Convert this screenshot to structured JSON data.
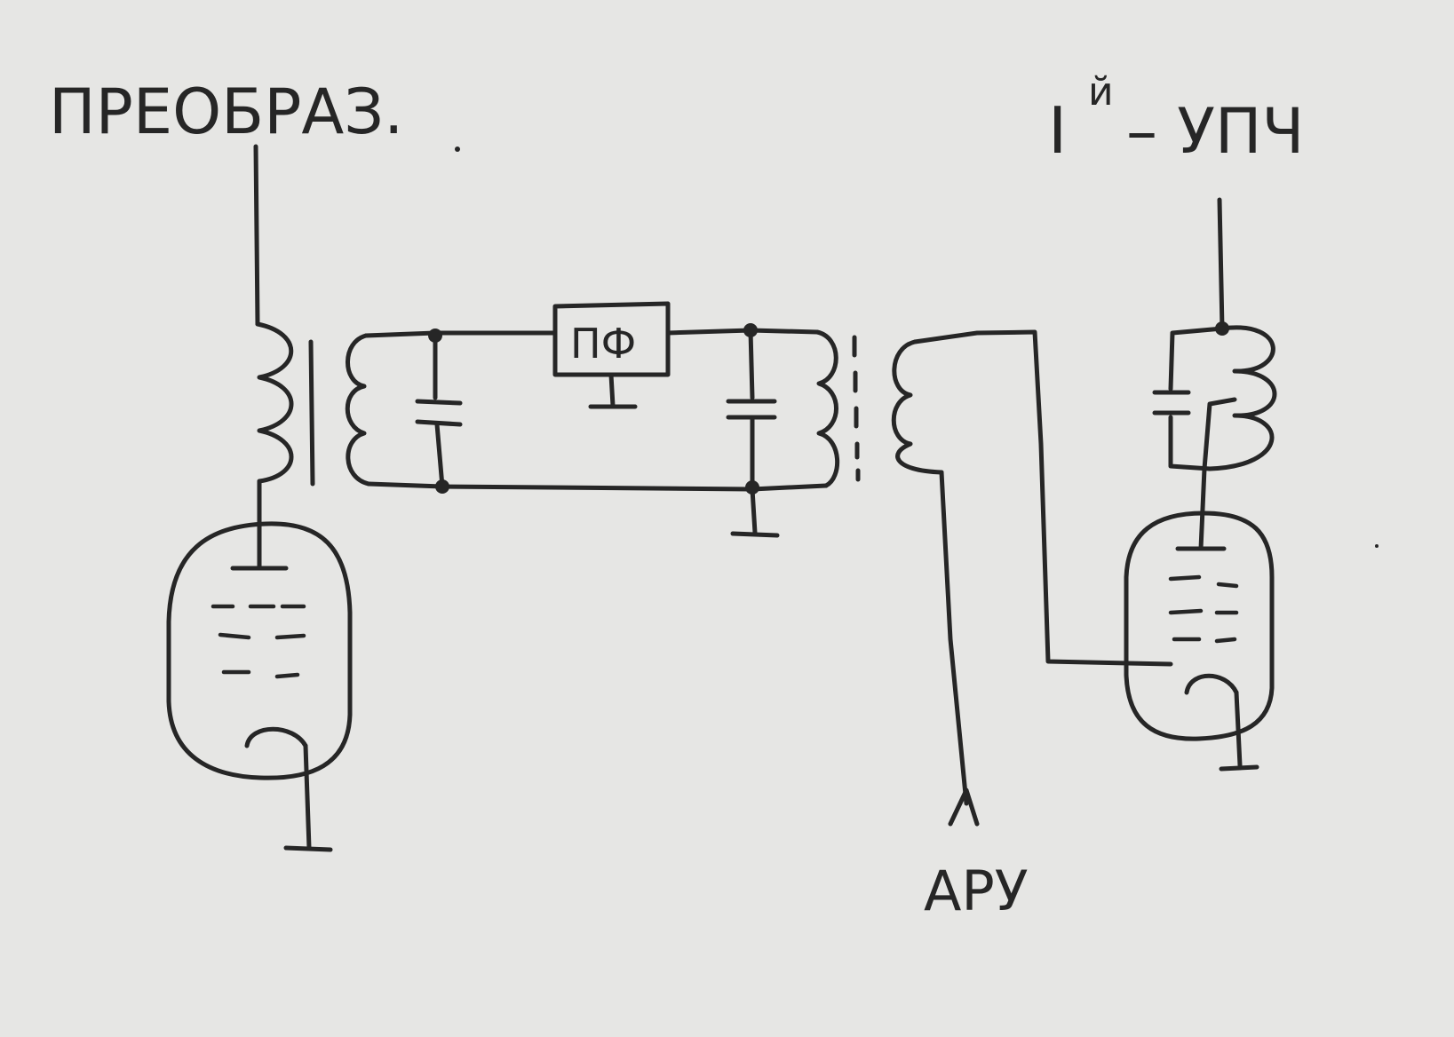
{
  "labels": {
    "converter": "ПРЕОБРАЗ.",
    "stage_prefix": "I",
    "stage_suffix": "й",
    "stage_name": "– УПЧ",
    "filter": "ПФ",
    "agc": "АРУ"
  },
  "colors": {
    "paper": "#e6e6e4",
    "ink": "#262626"
  }
}
